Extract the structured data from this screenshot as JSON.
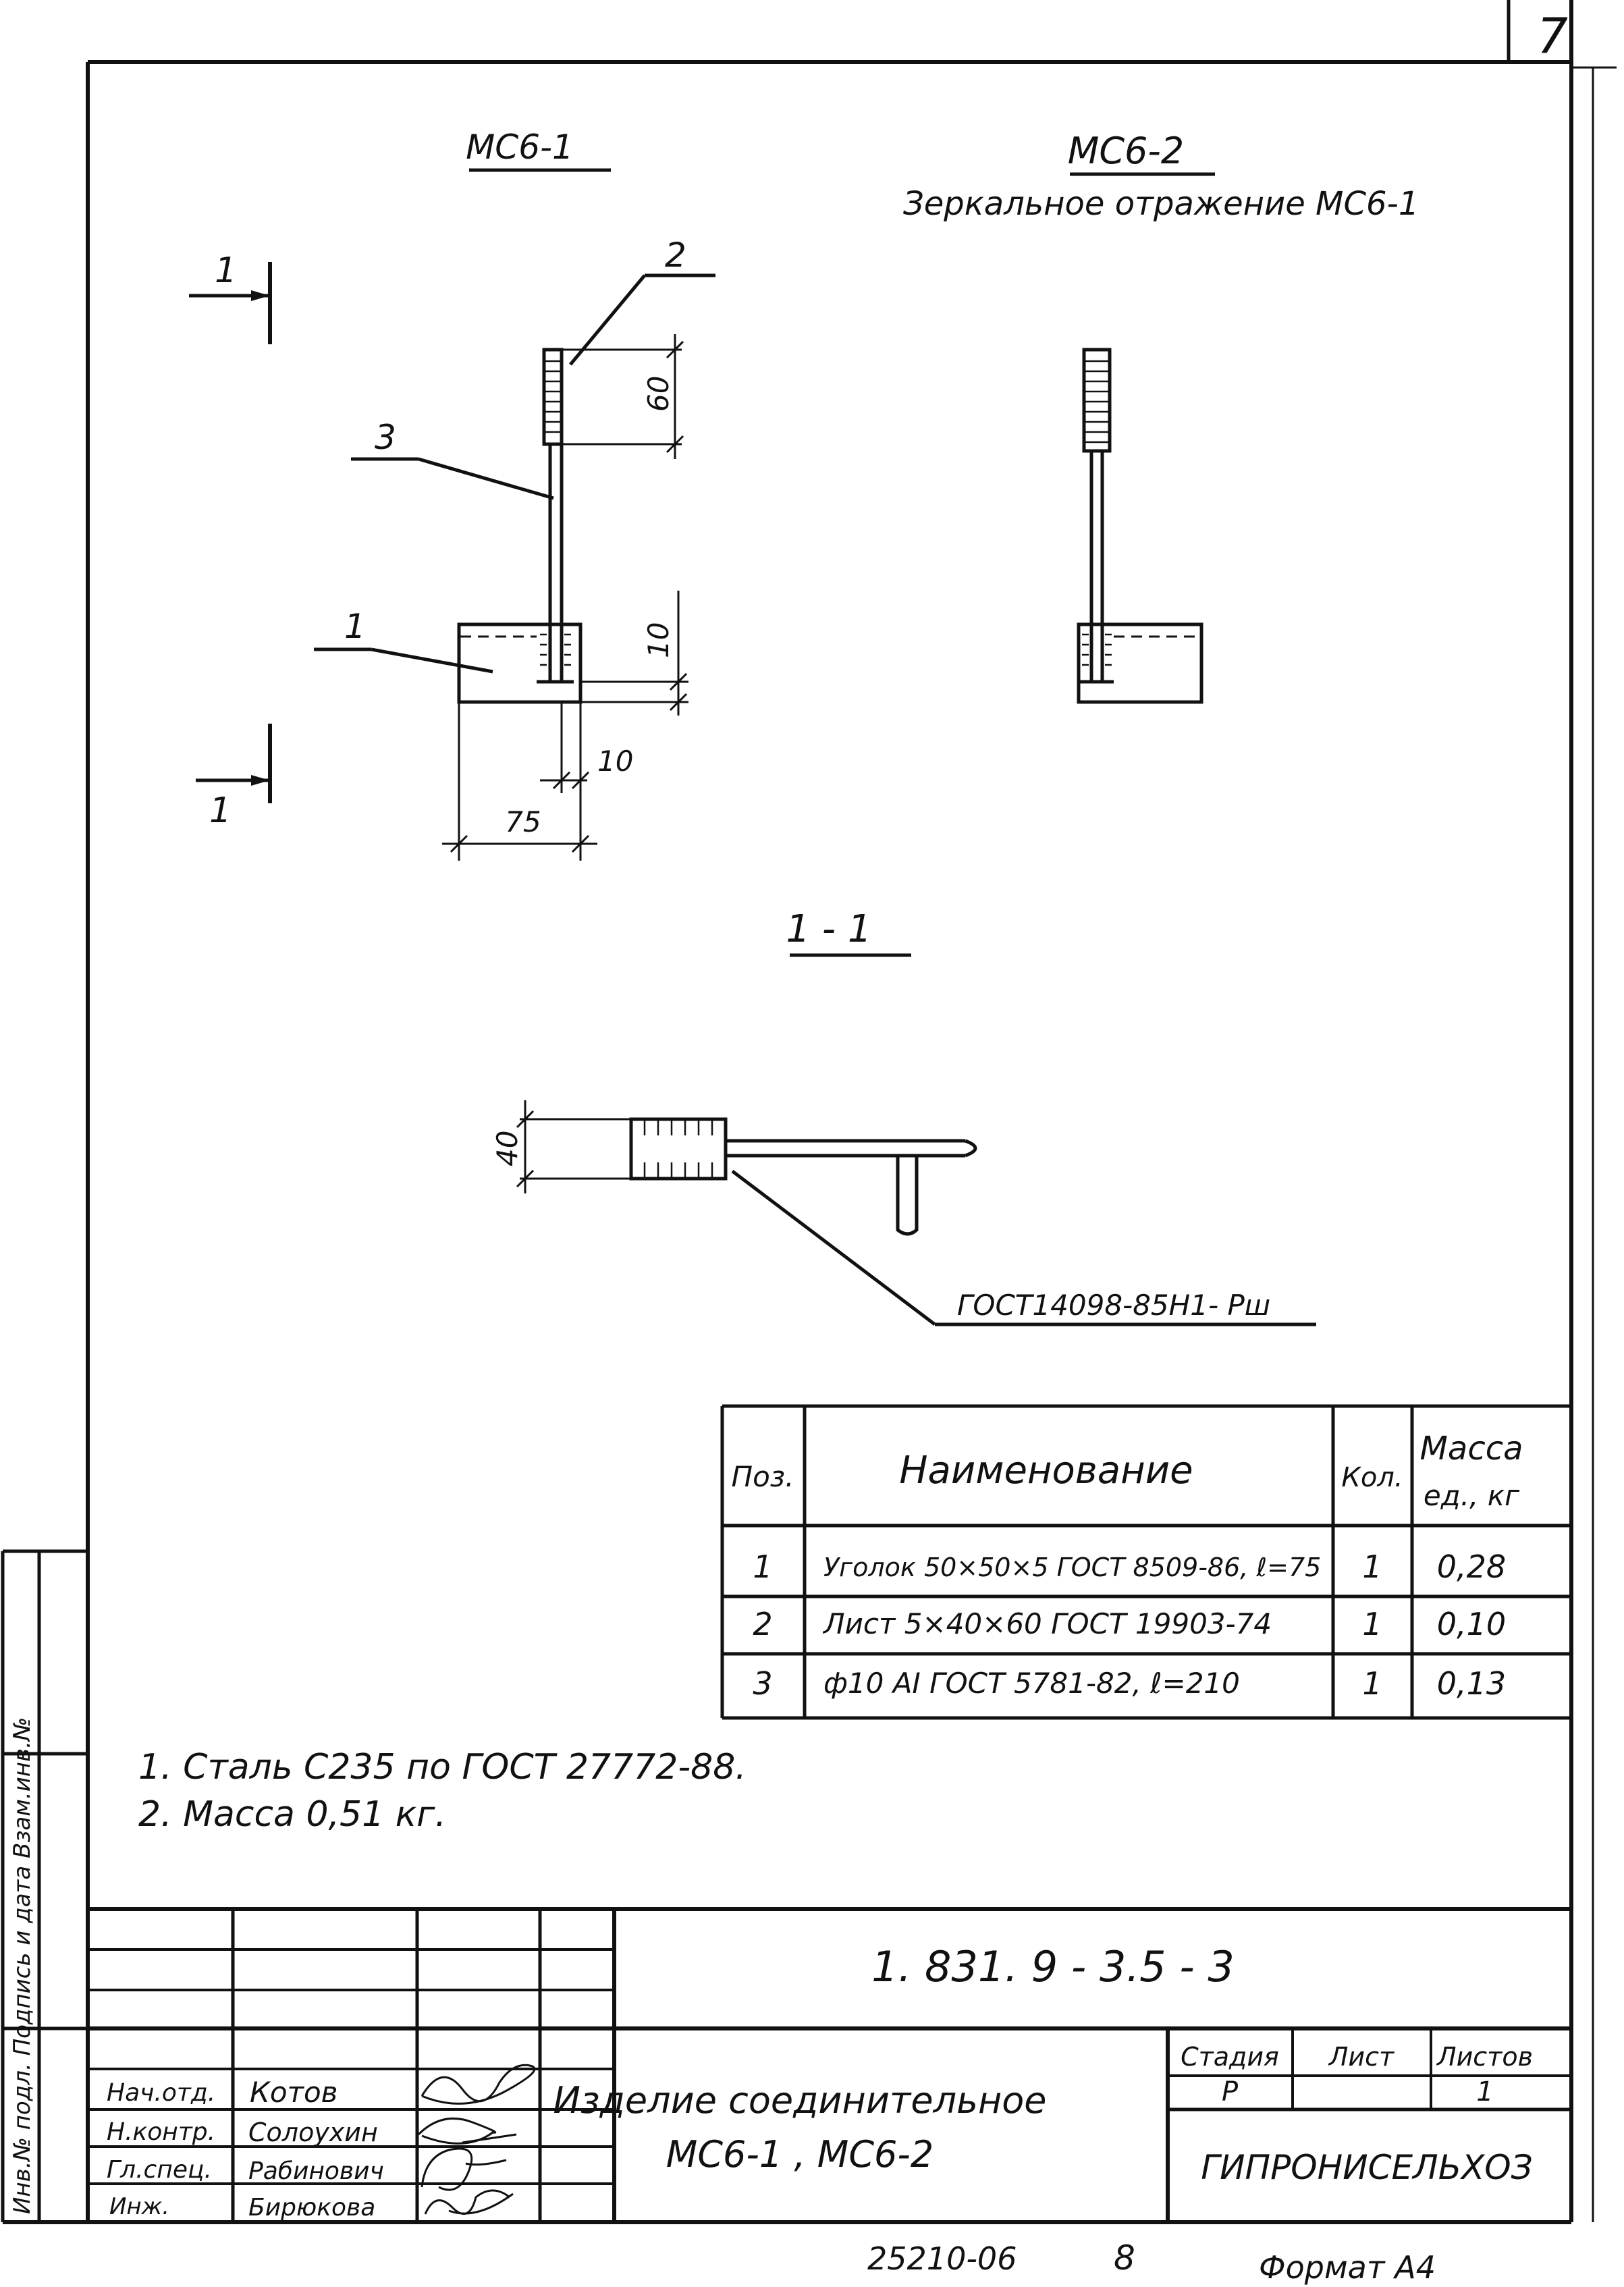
{
  "sheet_number": "7",
  "views": {
    "msb1_title": "МС6-1",
    "msb2_title": "МС6-2",
    "msb2_subtitle": "Зеркальное отражение МС6-1",
    "section_title": "1 - 1",
    "section_mark": "1",
    "callouts": [
      "1",
      "2",
      "3"
    ],
    "dimensions": {
      "plate_height": "60",
      "embed_depth": "10",
      "rod_offset": "10",
      "angle_width": "75",
      "section_width": "40"
    },
    "leader_label": "ГОСТ14098-85Н1- Рш"
  },
  "spec_table": {
    "headers": {
      "pos": "Поз.",
      "name": "Наименование",
      "qty": "Кол.",
      "mass_line1": "Масса",
      "mass_line2": "ед., кг"
    },
    "rows": [
      {
        "pos": "1",
        "name": "Уголок 50×50×5 ГОСТ 8509-86, ℓ=75",
        "qty": "1",
        "mass": "0,28"
      },
      {
        "pos": "2",
        "name": "Лист 5×40×60 ГОСТ 19903-74",
        "qty": "1",
        "mass": "0,10"
      },
      {
        "pos": "3",
        "name": "ф10 АI ГОСТ 5781-82, ℓ=210",
        "qty": "1",
        "mass": "0,13"
      }
    ]
  },
  "notes": [
    "1. Сталь С235 по ГОСТ 27772-88.",
    "2. Масса 0,51 кг."
  ],
  "left_strip": "Инв.№ подл.  Подпись и дата  Взам.инв.№",
  "title_block": {
    "code": "1. 831. 9 - 3.5 - 3",
    "title_line1": "Изделие соединительное",
    "title_line2": "МС6-1 , МС6-2",
    "stage_header": "Стадия",
    "sheet_header": "Лист",
    "sheets_header": "Листов",
    "stage_value": "Р",
    "sheets_value": "1",
    "organization": "ГИПРОНИСЕЛЬХОЗ",
    "signers": [
      {
        "role": "Нач.отд.",
        "name": "Котов"
      },
      {
        "role": "Н.контр.",
        "name": "Солоухин"
      },
      {
        "role": "Гл.спец.",
        "name": "Рабинович"
      },
      {
        "role": "Инж.",
        "name": "Бирюкова"
      }
    ]
  },
  "footer": {
    "archive_number": "25210-06",
    "page": "8",
    "format": "Формат А4"
  }
}
